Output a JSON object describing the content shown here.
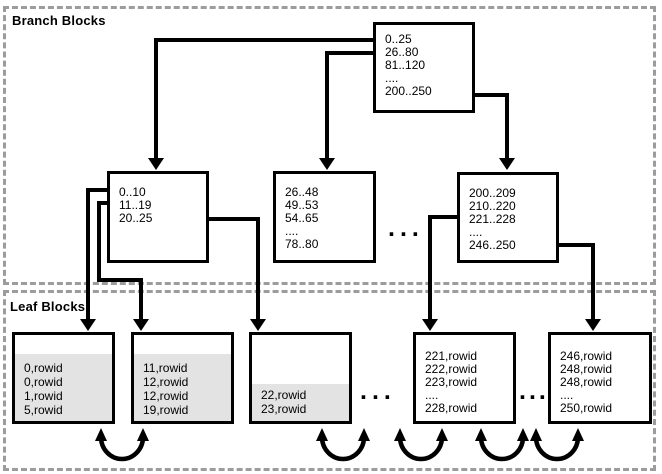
{
  "sections": {
    "branch": {
      "label": "Branch Blocks"
    },
    "leaf": {
      "label": "Leaf Blocks"
    }
  },
  "nodes": {
    "root": {
      "rows": [
        "0..25",
        "26..80",
        "81..120",
        "....",
        "200..250"
      ]
    },
    "branch_left": {
      "rows": [
        "0..10",
        "11..19",
        "20..25"
      ]
    },
    "branch_middle": {
      "rows": [
        "26..48",
        "49..53",
        "54..65",
        "....",
        "78..80"
      ]
    },
    "branch_right": {
      "rows": [
        "200..209",
        "210..220",
        "221..228",
        "....",
        "246..250"
      ]
    }
  },
  "leaves": {
    "leaf_1": {
      "rows": [
        "0,rowid",
        "0,rowid",
        "1,rowid",
        "5,rowid"
      ]
    },
    "leaf_2": {
      "rows": [
        "11,rowid",
        "12,rowid",
        "12,rowid",
        "19,rowid"
      ]
    },
    "leaf_3": {
      "rows": [
        "22,rowid",
        "23,rowid"
      ]
    },
    "leaf_4": {
      "rows": [
        "221,rowid",
        "222,rowid",
        "223,rowid",
        "....",
        "228,rowid"
      ]
    },
    "leaf_5": {
      "rows": [
        "246,rowid",
        "248,rowid",
        "248,rowid",
        "....",
        "250,rowid"
      ]
    }
  },
  "ellipses": {
    "branch_gap": "...",
    "leaf_gap_1": "...",
    "leaf_gap_2": "..."
  },
  "colors": {
    "line_black": "#000000",
    "dashed_border": "#9c9c9c",
    "leaf_shade": "#e3e3e3",
    "background": "#ffffff"
  }
}
